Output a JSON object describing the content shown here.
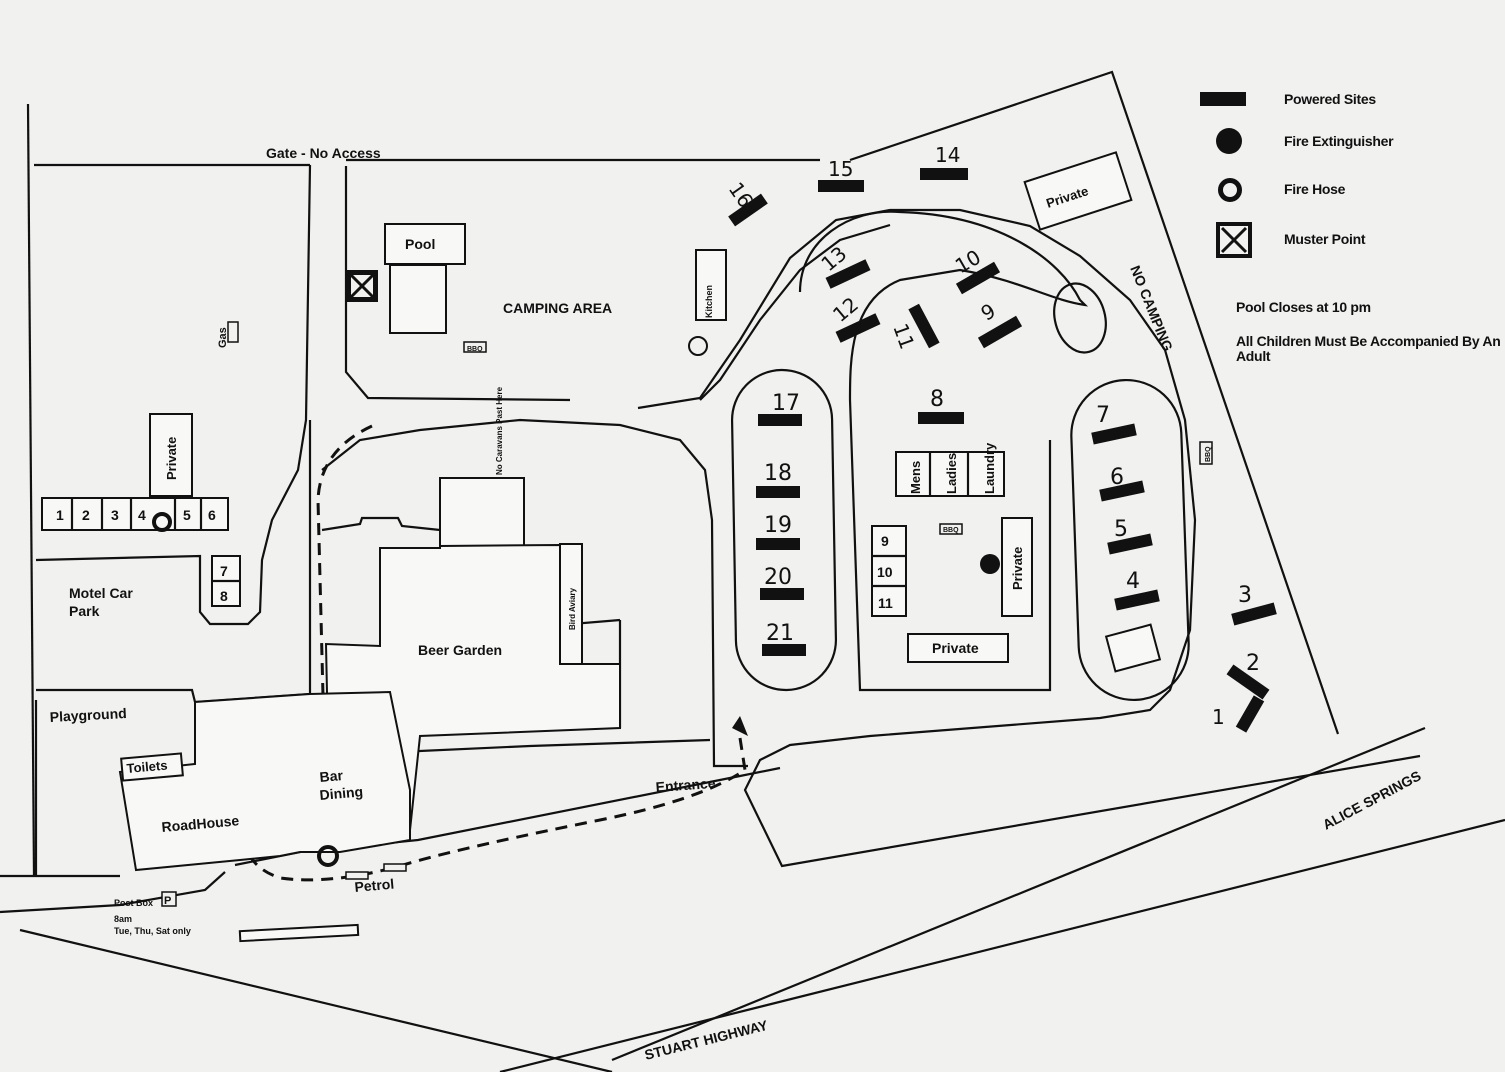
{
  "legend": {
    "powered_sites": "Powered Sites",
    "fire_extinguisher": "Fire Extinguisher",
    "fire_hose": "Fire Hose",
    "muster_point": "Muster Point"
  },
  "notes": {
    "pool_closes": "Pool Closes at 10 pm",
    "children": "All Children Must Be Accompanied By An Adult"
  },
  "labels": {
    "gate": "Gate - No Access",
    "pool": "Pool",
    "camping_area": "CAMPING AREA",
    "kitchen": "Kitchen",
    "bbq": "BBQ",
    "no_caravans": "No Caravans Past Here",
    "gas": "Gas",
    "private_motel": "Private",
    "motel_car_park_1": "Motel Car",
    "motel_car_park_2": "Park",
    "playground": "Playground",
    "toilets": "Toilets",
    "roadhouse": "RoadHouse",
    "bar_1": "Bar",
    "bar_2": "Dining",
    "beer_garden": "Beer Garden",
    "bird_aviary": "Bird Aviary",
    "entrance": "Entrance",
    "petrol": "Petrol",
    "post_box_1": "Post Box",
    "post_box_2": "8am",
    "post_box_3": "Tue, Thu, Sat only",
    "post_box_letter": "P",
    "stuart_highway": "STUART HIGHWAY",
    "alice_springs": "ALICE SPRINGS",
    "no_camping": "NO CAMPING",
    "private_top": "Private",
    "private_mid": "Private",
    "private_bottom": "Private",
    "mens": "Mens",
    "ladies": "Ladies",
    "laundry": "Laundry",
    "bbq_center": "BBQ",
    "bbq_right": "BBQ"
  },
  "motel_units": [
    "1",
    "2",
    "3",
    "4",
    "5",
    "6"
  ],
  "motel_units_lower": [
    "7",
    "8"
  ],
  "cabins": [
    "9",
    "10",
    "11"
  ],
  "powered_sites": [
    "1",
    "2",
    "3",
    "4",
    "5",
    "6",
    "7",
    "8",
    "9",
    "10",
    "11",
    "12",
    "13",
    "14",
    "15",
    "16",
    "17",
    "18",
    "19",
    "20",
    "21"
  ],
  "colors": {
    "ink": "#111111",
    "paper": "#f1f1ef"
  }
}
